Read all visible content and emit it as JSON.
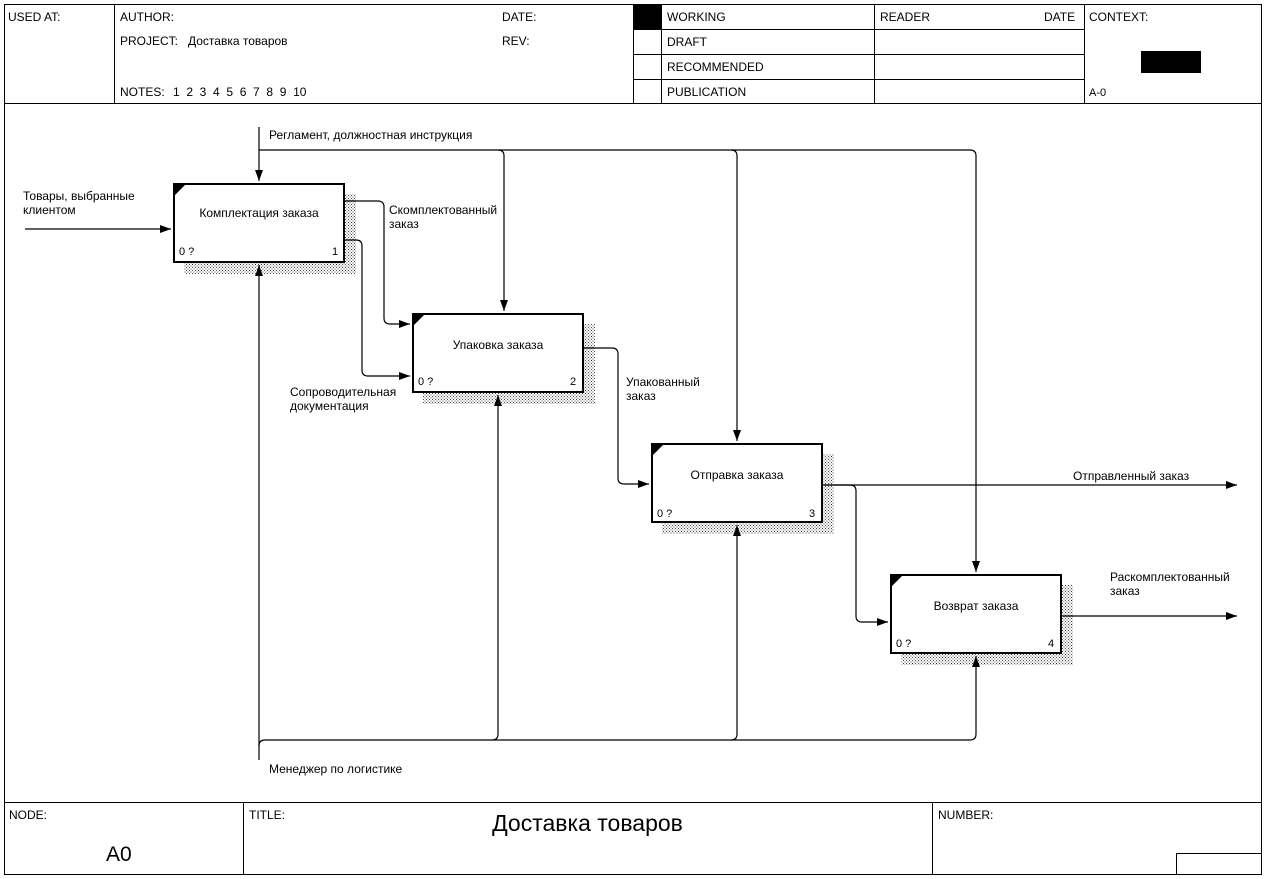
{
  "header": {
    "used_at": "USED AT:",
    "author": "AUTHOR:",
    "project_label": "PROJECT:",
    "project": "Доставка товаров",
    "date": "DATE:",
    "rev": "REV:",
    "notes_label": "NOTES:",
    "notes": "1  2  3  4  5  6  7  8  9  10",
    "status": [
      "WORKING",
      "DRAFT",
      "RECOMMENDED",
      "PUBLICATION"
    ],
    "reader": "READER",
    "reader_date": "DATE",
    "context": "CONTEXT:",
    "context_node": "A-0"
  },
  "diagram": {
    "boxes": [
      {
        "name": "Комплектация заказа",
        "number": "1",
        "cost": "0 ?"
      },
      {
        "name": "Упаковка заказа",
        "number": "2",
        "cost": "0 ?"
      },
      {
        "name": "Отправка заказа",
        "number": "3",
        "cost": "0 ?"
      },
      {
        "name": "Возврат заказа",
        "number": "4",
        "cost": "0 ?"
      }
    ],
    "arrow_labels": {
      "control": "Регламент, должностная инструкция",
      "input": "Товары, выбранные\nклиентом",
      "out1": "Скомплектованный\nзаказ",
      "docs": "Сопроводительная\nдокументация",
      "out2": "Упакованный\nзаказ",
      "out3": "Отправленный заказ",
      "out4": "Раскомплектованный\nзаказ",
      "mechanism": "Менеджер по логистике"
    }
  },
  "footer": {
    "node_label": "NODE:",
    "node": "A0",
    "title_label": "TITLE:",
    "title": "Доставка товаров",
    "number_label": "NUMBER:"
  }
}
